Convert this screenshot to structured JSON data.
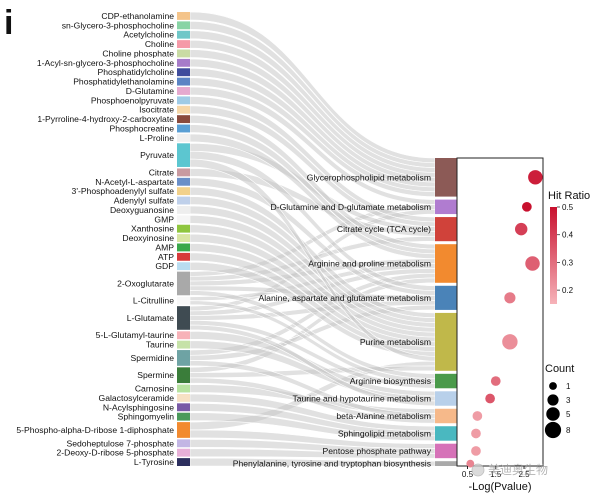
{
  "panel_letter": "i",
  "metabolites": [
    {
      "name": "CDP-ethanolamine",
      "color": "#f4c48a",
      "n": 1
    },
    {
      "name": "sn-Glycero-3-phosphocholine",
      "color": "#88d4a5",
      "n": 1
    },
    {
      "name": "Acetylcholine",
      "color": "#6fc7c8",
      "n": 1
    },
    {
      "name": "Choline",
      "color": "#f59aa8",
      "n": 1
    },
    {
      "name": "Choline phosphate",
      "color": "#c9dba4",
      "n": 1
    },
    {
      "name": "1-Acyl-sn-glycero-3-phosphocholine",
      "color": "#a77cc9",
      "n": 1
    },
    {
      "name": "Phosphatidylcholine",
      "color": "#3f4c9c",
      "n": 1
    },
    {
      "name": "Phosphatidylethanolamine",
      "color": "#5b84c4",
      "n": 1
    },
    {
      "name": "D-Glutamine",
      "color": "#e5a9cf",
      "n": 1
    },
    {
      "name": "Phosphoenolpyruvate",
      "color": "#9fcbe6",
      "n": 1
    },
    {
      "name": "Isocitrate",
      "color": "#f6d7a8",
      "n": 1
    },
    {
      "name": "1-Pyrroline-4-hydroxy-2-carboxylate",
      "color": "#8a4a3c",
      "n": 1
    },
    {
      "name": "Phosphocreatine",
      "color": "#5a9fd4",
      "n": 1
    },
    {
      "name": "L-Proline",
      "color": "#f0f0f0",
      "n": 1
    },
    {
      "name": "Pyruvate",
      "color": "#5cc6d0",
      "n": 3
    },
    {
      "name": "Citrate",
      "color": "#c99aa0",
      "n": 1
    },
    {
      "name": "N-Acetyl-L-aspartate",
      "color": "#6a8fc8",
      "n": 1
    },
    {
      "name": "3'-Phosphoadenylyl sulfate",
      "color": "#f2d18b",
      "n": 1
    },
    {
      "name": "Adenylyl sulfate",
      "color": "#bfd0ea",
      "n": 1
    },
    {
      "name": "Deoxyguanosine",
      "color": "#eeeeee",
      "n": 1
    },
    {
      "name": "GMP",
      "color": "#f6f6f6",
      "n": 1
    },
    {
      "name": "Xanthosine",
      "color": "#8fc63f",
      "n": 1
    },
    {
      "name": "Deoxyinosine",
      "color": "#d9e6a3",
      "n": 1
    },
    {
      "name": "AMP",
      "color": "#3aa84a",
      "n": 1
    },
    {
      "name": "ATP",
      "color": "#d73a3a",
      "n": 1
    },
    {
      "name": "GDP",
      "color": "#b9dcf0",
      "n": 1
    },
    {
      "name": "2-Oxoglutarate",
      "color": "#a9a9a9",
      "n": 3
    },
    {
      "name": "L-Citrulline",
      "color": "#f8f8f8",
      "n": 1
    },
    {
      "name": "L-Glutamate",
      "color": "#3f4b52",
      "n": 3
    },
    {
      "name": "5-L-Glutamyl-taurine",
      "color": "#f7b2b8",
      "n": 1
    },
    {
      "name": "Taurine",
      "color": "#c6e2a8",
      "n": 1
    },
    {
      "name": "Spermidine",
      "color": "#6ea3a4",
      "n": 2
    },
    {
      "name": "Spermine",
      "color": "#3a7d3a",
      "n": 2
    },
    {
      "name": "Carnosine",
      "color": "#b7e3a0",
      "n": 1
    },
    {
      "name": "Galactosylceramide",
      "color": "#f7e1c4",
      "n": 1
    },
    {
      "name": "N-Acylsphingosine",
      "color": "#7a5aa6",
      "n": 1
    },
    {
      "name": "Sphingomyelin",
      "color": "#4a9a5a",
      "n": 1
    },
    {
      "name": "5-Phospho-alpha-D-ribose 1-diphosphate",
      "color": "#f28a2f",
      "n": 2
    },
    {
      "name": "Sedoheptulose 7-phosphate",
      "color": "#c3b6e4",
      "n": 1
    },
    {
      "name": "2-Deoxy-D-ribose 5-phosphate",
      "color": "#e8b0d8",
      "n": 1
    },
    {
      "name": "L-Tyrosine",
      "color": "#2c2f5e",
      "n": 1
    }
  ],
  "pathways": [
    {
      "name": "Glycerophospholipid metabolism",
      "color": "#8c5a56",
      "n": 8
    },
    {
      "name": "D-Glutamine and D-glutamate metabolism",
      "color": "#b07cd0",
      "n": 3
    },
    {
      "name": "Citrate cycle (TCA cycle)",
      "color": "#d0423a",
      "n": 5
    },
    {
      "name": "Arginine and proline metabolism",
      "color": "#f28a2f",
      "n": 8
    },
    {
      "name": "Alanine, aspartate and glutamate metabolism",
      "color": "#4a83b8",
      "n": 5
    },
    {
      "name": "Purine metabolism",
      "color": "#c0b84a",
      "n": 12
    },
    {
      "name": "Arginine biosynthesis",
      "color": "#4a9a4a",
      "n": 3
    },
    {
      "name": "Taurine and hypotaurine metabolism",
      "color": "#b8d0ea",
      "n": 3
    },
    {
      "name": "beta-Alanine metabolism",
      "color": "#f6b98a",
      "n": 3
    },
    {
      "name": "Sphingolipid metabolism",
      "color": "#4ab8c0",
      "n": 3
    },
    {
      "name": "Pentose phosphate pathway",
      "color": "#d672b8",
      "n": 3
    },
    {
      "name": "Phenylalanine, tyrosine and tryptophan biosynthesis",
      "color": "#a9a9a9",
      "n": 1
    }
  ],
  "chart_data": {
    "type": "scatter",
    "xlabel": "-Log(Pvalue)",
    "x_ticks": [
      "0.5",
      "1.5",
      "2.5"
    ],
    "points": [
      {
        "pathway": "Glycerophospholipid metabolism",
        "x": 2.9,
        "hit_ratio": 0.47,
        "count": 6
      },
      {
        "pathway": "D-Glutamine and D-glutamate metabolism",
        "x": 2.6,
        "hit_ratio": 0.5,
        "count": 2
      },
      {
        "pathway": "Citrate cycle (TCA cycle)",
        "x": 2.4,
        "hit_ratio": 0.4,
        "count": 4
      },
      {
        "pathway": "Arginine and proline metabolism",
        "x": 2.8,
        "hit_ratio": 0.33,
        "count": 6
      },
      {
        "pathway": "Alanine, aspartate and glutamate metabolism",
        "x": 2.0,
        "hit_ratio": 0.27,
        "count": 3
      },
      {
        "pathway": "Purine metabolism",
        "x": 2.0,
        "hit_ratio": 0.23,
        "count": 7
      },
      {
        "pathway": "Arginine biosynthesis",
        "x": 1.5,
        "hit_ratio": 0.3,
        "count": 2
      },
      {
        "pathway": "Taurine and hypotaurine metabolism",
        "x": 1.3,
        "hit_ratio": 0.35,
        "count": 2
      },
      {
        "pathway": "beta-Alanine metabolism",
        "x": 0.85,
        "hit_ratio": 0.2,
        "count": 2
      },
      {
        "pathway": "Sphingolipid metabolism",
        "x": 0.8,
        "hit_ratio": 0.2,
        "count": 2
      },
      {
        "pathway": "Pentose phosphate pathway",
        "x": 0.8,
        "hit_ratio": 0.2,
        "count": 2
      },
      {
        "pathway": "Phenylalanine, tyrosine and tryptophan biosynthesis",
        "x": 0.6,
        "hit_ratio": 0.25,
        "count": 1
      }
    ],
    "x_range": [
      0.2,
      3.1
    ],
    "hit_ratio_legend": {
      "title": "Hit Ratio",
      "ticks": [
        0.2,
        0.3,
        0.4,
        0.5
      ],
      "range": [
        0.15,
        0.5
      ],
      "low_color": "#f6b3b9",
      "high_color": "#c8102e"
    },
    "count_legend": {
      "title": "Count",
      "values": [
        1,
        3,
        5,
        8
      ]
    }
  },
  "links": [
    [
      0,
      0
    ],
    [
      1,
      0
    ],
    [
      2,
      0
    ],
    [
      3,
      0
    ],
    [
      4,
      0
    ],
    [
      5,
      0
    ],
    [
      6,
      0
    ],
    [
      7,
      0
    ],
    [
      8,
      1
    ],
    [
      26,
      1
    ],
    [
      28,
      1
    ],
    [
      9,
      2
    ],
    [
      10,
      2
    ],
    [
      14,
      2
    ],
    [
      15,
      2
    ],
    [
      26,
      2
    ],
    [
      11,
      3
    ],
    [
      12,
      3
    ],
    [
      13,
      3
    ],
    [
      26,
      3
    ],
    [
      27,
      3
    ],
    [
      28,
      3
    ],
    [
      31,
      3
    ],
    [
      32,
      3
    ],
    [
      14,
      4
    ],
    [
      16,
      4
    ],
    [
      26,
      4
    ],
    [
      28,
      4
    ],
    [
      31,
      4
    ],
    [
      17,
      5
    ],
    [
      18,
      5
    ],
    [
      19,
      5
    ],
    [
      20,
      5
    ],
    [
      21,
      5
    ],
    [
      22,
      5
    ],
    [
      23,
      5
    ],
    [
      24,
      5
    ],
    [
      25,
      5
    ],
    [
      14,
      5
    ],
    [
      37,
      5
    ],
    [
      32,
      5
    ],
    [
      26,
      6
    ],
    [
      27,
      6
    ],
    [
      28,
      6
    ],
    [
      29,
      7
    ],
    [
      30,
      7
    ],
    [
      28,
      7
    ],
    [
      33,
      8
    ],
    [
      31,
      8
    ],
    [
      32,
      8
    ],
    [
      34,
      9
    ],
    [
      35,
      9
    ],
    [
      36,
      9
    ],
    [
      37,
      10
    ],
    [
      38,
      10
    ],
    [
      39,
      10
    ],
    [
      40,
      11
    ]
  ],
  "watermark": "美迪奥生物"
}
